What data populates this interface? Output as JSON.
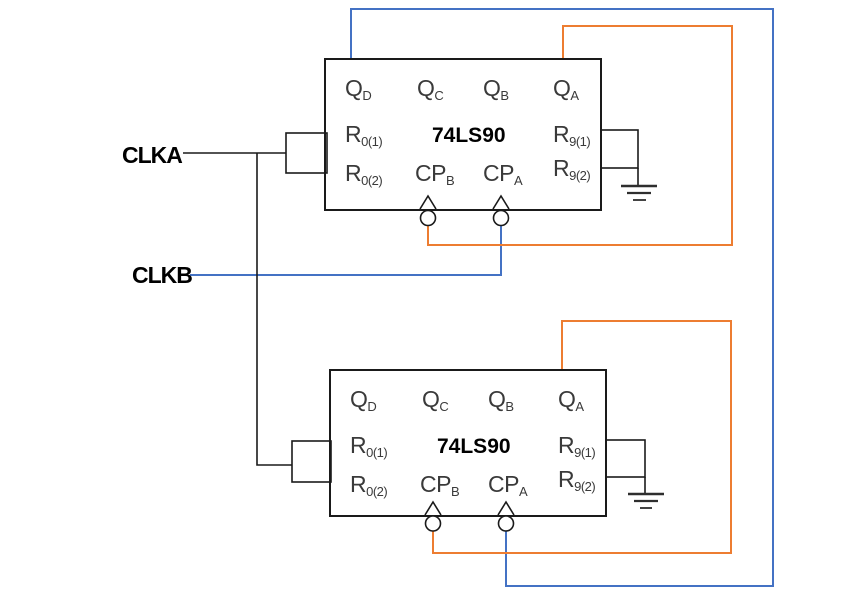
{
  "inputs": {
    "clka": "CLKA",
    "clkb": "CLKB"
  },
  "chips": [
    {
      "title": "74LS90",
      "outputs": [
        {
          "main": "Q",
          "sub": "D"
        },
        {
          "main": "Q",
          "sub": "C"
        },
        {
          "main": "Q",
          "sub": "B"
        },
        {
          "main": "Q",
          "sub": "A"
        }
      ],
      "resets_left": [
        {
          "main": "R",
          "sub": "0(1)"
        },
        {
          "main": "R",
          "sub": "0(2)"
        }
      ],
      "resets_right": [
        {
          "main": "R",
          "sub": "9(1)"
        },
        {
          "main": "R",
          "sub": "9(2)"
        }
      ],
      "clocks": [
        {
          "main": "CP",
          "sub": "B"
        },
        {
          "main": "CP",
          "sub": "A"
        }
      ]
    },
    {
      "title": "74LS90",
      "outputs": [
        {
          "main": "Q",
          "sub": "D"
        },
        {
          "main": "Q",
          "sub": "C"
        },
        {
          "main": "Q",
          "sub": "B"
        },
        {
          "main": "Q",
          "sub": "A"
        }
      ],
      "resets_left": [
        {
          "main": "R",
          "sub": "0(1)"
        },
        {
          "main": "R",
          "sub": "0(2)"
        }
      ],
      "resets_right": [
        {
          "main": "R",
          "sub": "9(1)"
        },
        {
          "main": "R",
          "sub": "9(2)"
        }
      ],
      "clocks": [
        {
          "main": "CP",
          "sub": "B"
        },
        {
          "main": "CP",
          "sub": "A"
        }
      ]
    }
  ],
  "nets": [
    {
      "color": "#4472C4",
      "from": "CLKB",
      "to": "top chip CP_A bubble"
    },
    {
      "color": "#4472C4",
      "from": "top chip Q_D (top edge)",
      "to": "bottom chip CP_A bubble (routed over top and down right side)"
    },
    {
      "color": "#ED7D31",
      "from": "top chip Q_A (top edge)",
      "to": "top chip CP_B bubble"
    },
    {
      "color": "#ED7D31",
      "from": "bottom chip Q_A (top edge)",
      "to": "bottom chip CP_B bubble"
    },
    {
      "color": "#1A1A1A",
      "from": "CLKA",
      "to": "top chip R0(1)/R0(2) bridge and bottom chip R0(1)/R0(2) bridge"
    },
    {
      "color": "#1A1A1A",
      "from": "top chip R9(1)/R9(2) bridge",
      "to": "ground"
    },
    {
      "color": "#1A1A1A",
      "from": "bottom chip R9(1)/R9(2) bridge",
      "to": "ground"
    }
  ],
  "colors": {
    "wire_blue": "#4472C4",
    "wire_orange": "#ED7D31",
    "wire_black": "#1A1A1A",
    "pin_text": "#3A3A3A",
    "background": "#FFFFFF"
  }
}
